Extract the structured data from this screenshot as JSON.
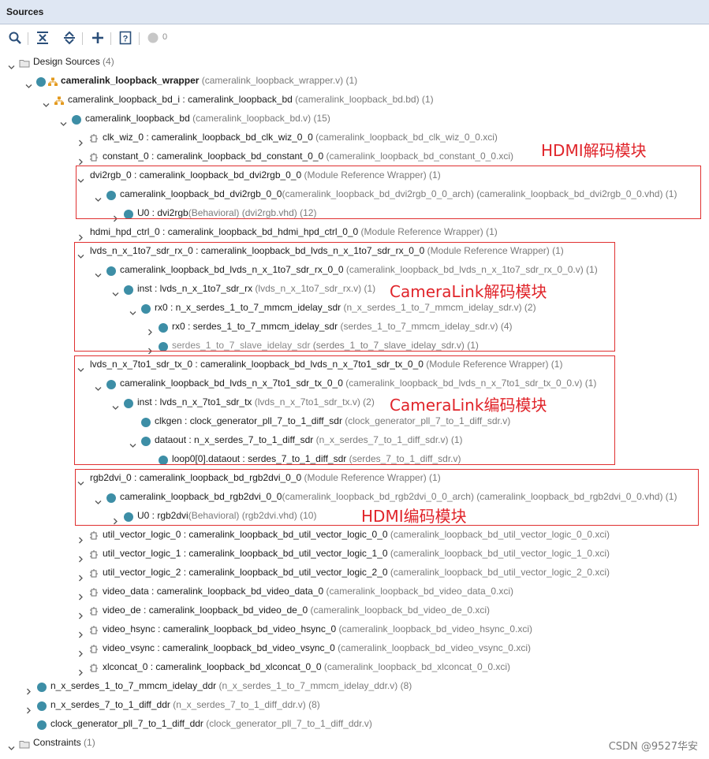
{
  "panel": {
    "title": "Sources"
  },
  "toolbar": {
    "count": "0"
  },
  "tree": [
    {
      "id": "r0",
      "level": 0,
      "exp": "open",
      "icon": "folder",
      "name": "Design Sources",
      "sub": " (4)",
      "nameClass": "t-name"
    },
    {
      "id": "r1",
      "level": 1,
      "exp": "open",
      "icon": "dot-hier",
      "name": "cameralink_loopback_wrapper",
      "sub": " (cameralink_loopback_wrapper.v) (1)",
      "nameClass": "t-bold"
    },
    {
      "id": "r2",
      "level": 2,
      "exp": "open",
      "icon": "hier",
      "name": "cameralink_loopback_bd_i : cameralink_loopback_bd",
      "sub": " (cameralink_loopback_bd.bd) (1)",
      "nameClass": "t-name"
    },
    {
      "id": "r3",
      "level": 3,
      "exp": "open",
      "icon": "dot",
      "name": "cameralink_loopback_bd",
      "sub": " (cameralink_loopback_bd.v) (15)",
      "nameClass": "t-name"
    },
    {
      "id": "r4",
      "level": 4,
      "exp": "closed",
      "icon": "ip",
      "name": "clk_wiz_0 : cameralink_loopback_bd_clk_wiz_0_0",
      "sub": " (cameralink_loopback_bd_clk_wiz_0_0.xci)",
      "nameClass": "t-name"
    },
    {
      "id": "r5",
      "level": 4,
      "exp": "closed",
      "icon": "ip",
      "name": "constant_0 : cameralink_loopback_bd_constant_0_0",
      "sub": " (cameralink_loopback_bd_constant_0_0.xci)",
      "nameClass": "t-name"
    },
    {
      "id": "r6",
      "level": 4,
      "exp": "open",
      "icon": "none",
      "name": "dvi2rgb_0 : cameralink_loopback_bd_dvi2rgb_0_0",
      "sub": " (Module Reference Wrapper) (1)",
      "nameClass": "t-name"
    },
    {
      "id": "r7",
      "level": 5,
      "exp": "open",
      "icon": "dot",
      "name": "cameralink_loopback_bd_dvi2rgb_0_0",
      "sub": "(cameralink_loopback_bd_dvi2rgb_0_0_arch) (cameralink_loopback_bd_dvi2rgb_0_0.vhd) (1)",
      "nameClass": "t-name"
    },
    {
      "id": "r8",
      "level": 6,
      "exp": "closed",
      "icon": "dot",
      "name": "U0 : dvi2rgb",
      "sub": "(Behavioral) (dvi2rgb.vhd) (12)",
      "nameClass": "t-name"
    },
    {
      "id": "r9",
      "level": 4,
      "exp": "closed",
      "icon": "none",
      "name": "hdmi_hpd_ctrl_0 : cameralink_loopback_bd_hdmi_hpd_ctrl_0_0",
      "sub": " (Module Reference Wrapper) (1)",
      "nameClass": "t-name"
    },
    {
      "id": "r10",
      "level": 4,
      "exp": "open",
      "icon": "none",
      "name": "lvds_n_x_1to7_sdr_rx_0 : cameralink_loopback_bd_lvds_n_x_1to7_sdr_rx_0_0",
      "sub": " (Module Reference Wrapper) (1)",
      "nameClass": "t-name"
    },
    {
      "id": "r11",
      "level": 5,
      "exp": "open",
      "icon": "dot",
      "name": "cameralink_loopback_bd_lvds_n_x_1to7_sdr_rx_0_0",
      "sub": " (cameralink_loopback_bd_lvds_n_x_1to7_sdr_rx_0_0.v) (1)",
      "nameClass": "t-name"
    },
    {
      "id": "r12",
      "level": 6,
      "exp": "open",
      "icon": "dot",
      "name": "inst : lvds_n_x_1to7_sdr_rx",
      "sub": " (lvds_n_x_1to7_sdr_rx.v) (1)",
      "nameClass": "t-name"
    },
    {
      "id": "r13",
      "level": 7,
      "exp": "open",
      "icon": "dot",
      "name": "rx0 : n_x_serdes_1_to_7_mmcm_idelay_sdr",
      "sub": " (n_x_serdes_1_to_7_mmcm_idelay_sdr.v) (2)",
      "nameClass": "t-name"
    },
    {
      "id": "r14",
      "level": 8,
      "exp": "closed",
      "icon": "dot",
      "name": "rx0 : serdes_1_to_7_mmcm_idelay_sdr",
      "sub": " (serdes_1_to_7_mmcm_idelay_sdr.v) (4)",
      "nameClass": "t-name"
    },
    {
      "id": "r15",
      "level": 8,
      "exp": "closed",
      "icon": "dot",
      "name": "serdes_1_to_7_slave_idelay_sdr",
      "sub": " (serdes_1_to_7_slave_idelay_sdr.v) (1)",
      "nameClass": "t-gray"
    },
    {
      "id": "r16",
      "level": 4,
      "exp": "open",
      "icon": "none",
      "name": "lvds_n_x_7to1_sdr_tx_0 : cameralink_loopback_bd_lvds_n_x_7to1_sdr_tx_0_0",
      "sub": " (Module Reference Wrapper) (1)",
      "nameClass": "t-name"
    },
    {
      "id": "r17",
      "level": 5,
      "exp": "open",
      "icon": "dot",
      "name": "cameralink_loopback_bd_lvds_n_x_7to1_sdr_tx_0_0",
      "sub": " (cameralink_loopback_bd_lvds_n_x_7to1_sdr_tx_0_0.v) (1)",
      "nameClass": "t-name"
    },
    {
      "id": "r18",
      "level": 6,
      "exp": "open",
      "icon": "dot",
      "name": "inst : lvds_n_x_7to1_sdr_tx",
      "sub": " (lvds_n_x_7to1_sdr_tx.v) (2)",
      "nameClass": "t-name"
    },
    {
      "id": "r19",
      "level": 7,
      "exp": "none",
      "icon": "dot",
      "name": "clkgen : clock_generator_pll_7_to_1_diff_sdr",
      "sub": " (clock_generator_pll_7_to_1_diff_sdr.v)",
      "nameClass": "t-name"
    },
    {
      "id": "r20",
      "level": 7,
      "exp": "open",
      "icon": "dot",
      "name": "dataout : n_x_serdes_7_to_1_diff_sdr",
      "sub": " (n_x_serdes_7_to_1_diff_sdr.v) (1)",
      "nameClass": "t-name"
    },
    {
      "id": "r21",
      "level": 8,
      "exp": "none",
      "icon": "dot",
      "name": "loop0[0].dataout : serdes_7_to_1_diff_sdr",
      "sub": " (serdes_7_to_1_diff_sdr.v)",
      "nameClass": "t-name"
    },
    {
      "id": "r22",
      "level": 4,
      "exp": "open",
      "icon": "none",
      "name": "rgb2dvi_0 : cameralink_loopback_bd_rgb2dvi_0_0",
      "sub": " (Module Reference Wrapper) (1)",
      "nameClass": "t-name"
    },
    {
      "id": "r23",
      "level": 5,
      "exp": "open",
      "icon": "dot",
      "name": "cameralink_loopback_bd_rgb2dvi_0_0",
      "sub": "(cameralink_loopback_bd_rgb2dvi_0_0_arch) (cameralink_loopback_bd_rgb2dvi_0_0.vhd) (1)",
      "nameClass": "t-name"
    },
    {
      "id": "r24",
      "level": 6,
      "exp": "closed",
      "icon": "dot",
      "name": "U0 : rgb2dvi",
      "sub": "(Behavioral) (rgb2dvi.vhd) (10)",
      "nameClass": "t-name"
    },
    {
      "id": "r25",
      "level": 4,
      "exp": "closed",
      "icon": "ip",
      "name": "util_vector_logic_0 : cameralink_loopback_bd_util_vector_logic_0_0",
      "sub": " (cameralink_loopback_bd_util_vector_logic_0_0.xci)",
      "nameClass": "t-name"
    },
    {
      "id": "r26",
      "level": 4,
      "exp": "closed",
      "icon": "ip",
      "name": "util_vector_logic_1 : cameralink_loopback_bd_util_vector_logic_1_0",
      "sub": " (cameralink_loopback_bd_util_vector_logic_1_0.xci)",
      "nameClass": "t-name"
    },
    {
      "id": "r27",
      "level": 4,
      "exp": "closed",
      "icon": "ip",
      "name": "util_vector_logic_2 : cameralink_loopback_bd_util_vector_logic_2_0",
      "sub": " (cameralink_loopback_bd_util_vector_logic_2_0.xci)",
      "nameClass": "t-name"
    },
    {
      "id": "r28",
      "level": 4,
      "exp": "closed",
      "icon": "ip",
      "name": "video_data : cameralink_loopback_bd_video_data_0",
      "sub": " (cameralink_loopback_bd_video_data_0.xci)",
      "nameClass": "t-name"
    },
    {
      "id": "r29",
      "level": 4,
      "exp": "closed",
      "icon": "ip",
      "name": "video_de : cameralink_loopback_bd_video_de_0",
      "sub": " (cameralink_loopback_bd_video_de_0.xci)",
      "nameClass": "t-name"
    },
    {
      "id": "r30",
      "level": 4,
      "exp": "closed",
      "icon": "ip",
      "name": "video_hsync : cameralink_loopback_bd_video_hsync_0",
      "sub": " (cameralink_loopback_bd_video_hsync_0.xci)",
      "nameClass": "t-name"
    },
    {
      "id": "r31",
      "level": 4,
      "exp": "closed",
      "icon": "ip",
      "name": "video_vsync : cameralink_loopback_bd_video_vsync_0",
      "sub": " (cameralink_loopback_bd_video_vsync_0.xci)",
      "nameClass": "t-name"
    },
    {
      "id": "r32",
      "level": 4,
      "exp": "closed",
      "icon": "ip",
      "name": "xlconcat_0 : cameralink_loopback_bd_xlconcat_0_0",
      "sub": " (cameralink_loopback_bd_xlconcat_0_0.xci)",
      "nameClass": "t-name"
    },
    {
      "id": "r33",
      "level": 1,
      "exp": "closed",
      "icon": "dot",
      "name": "n_x_serdes_1_to_7_mmcm_idelay_ddr",
      "sub": " (n_x_serdes_1_to_7_mmcm_idelay_ddr.v) (8)",
      "nameClass": "t-name"
    },
    {
      "id": "r34",
      "level": 1,
      "exp": "closed",
      "icon": "dot",
      "name": "n_x_serdes_7_to_1_diff_ddr",
      "sub": " (n_x_serdes_7_to_1_diff_ddr.v) (8)",
      "nameClass": "t-name"
    },
    {
      "id": "r35",
      "level": 1,
      "exp": "none",
      "icon": "dot",
      "name": "clock_generator_pll_7_to_1_diff_ddr",
      "sub": " (clock_generator_pll_7_to_1_diff_ddr.v)",
      "nameClass": "t-name"
    },
    {
      "id": "r36",
      "level": 0,
      "exp": "open",
      "icon": "folder",
      "name": "Constraints",
      "sub": " (1)",
      "nameClass": "t-name"
    }
  ],
  "annotations": {
    "hdmi_decode": "HDMI解码模块",
    "cameralink_decode": "CameraLink解码模块",
    "cameralink_encode": "CameraLink编码模块",
    "hdmi_encode": "HDMI编码模块"
  },
  "watermark": "CSDN @9527华安",
  "colors": {
    "accent": "#3d8ea6",
    "annotation_red": "#e0242a",
    "header_bg": "#dfe7f3"
  }
}
